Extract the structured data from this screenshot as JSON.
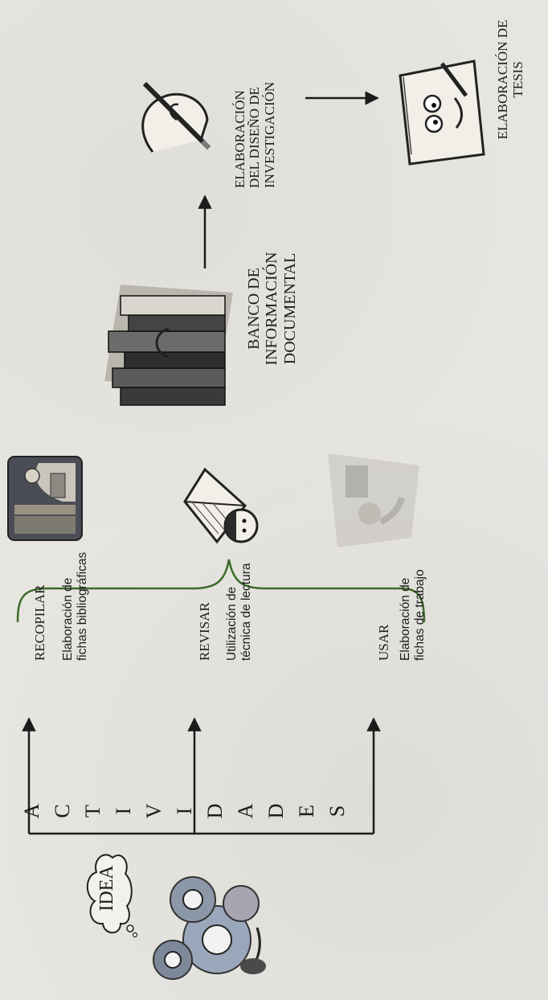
{
  "diagram": {
    "idea_label": "IDEA",
    "vertical_word_letters": [
      "A",
      "C",
      "T",
      "I",
      "V",
      "I",
      "D",
      "A",
      "D",
      "E",
      "S"
    ],
    "activities": [
      {
        "verb": "RECOPILAR",
        "description_lines": [
          "Elaboración de",
          "fichas bibliográficas"
        ]
      },
      {
        "verb": "REVISAR",
        "description_lines": [
          "Utilización de",
          "técnica de lectura"
        ]
      },
      {
        "verb": "USAR",
        "description_lines": [
          "Elaboración de",
          "fichas de trabajo"
        ]
      }
    ],
    "bank_label_lines": [
      "BANCO DE",
      "INFORMACIÓN",
      "DOCUMENTAL"
    ],
    "design_label_lines": [
      "ELABORACIÓN",
      "DEL DISEÑO DE",
      "INVESTIGACIÓN"
    ],
    "thesis_label_lines": [
      "ELABORACIÓN DE",
      "TESIS"
    ],
    "icons": {
      "idea": "thinking-person-gears-icon",
      "recopilar": "reading-person-bookshelf-icon",
      "revisar": "child-reading-book-icon",
      "usar": "person-at-desk-faded-icon",
      "bank": "stack-of-books-icon",
      "design": "hand-writing-pen-icon",
      "thesis": "notebook-with-face-icon"
    },
    "colors": {
      "background": "#e7e5e0",
      "ink": "#1c1c1c",
      "brace": "#3b6b2a"
    }
  }
}
